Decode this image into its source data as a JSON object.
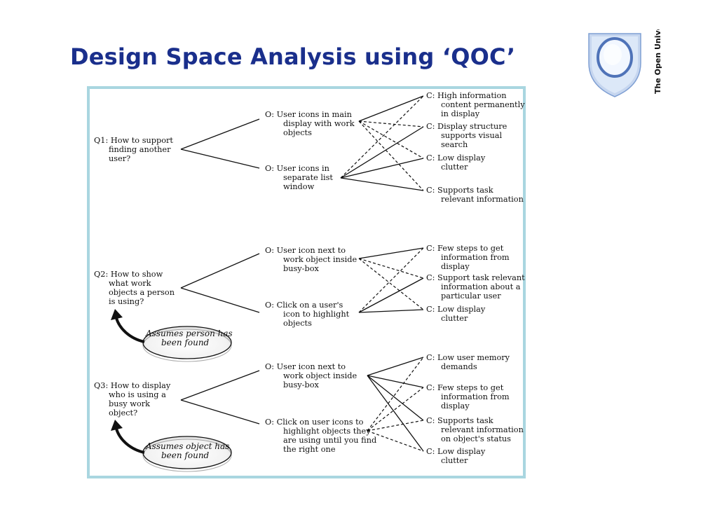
{
  "slide": {
    "title": "Design Space Analysis using ‘QOC’"
  },
  "logo": {
    "text": "The Open University"
  },
  "diagram": {
    "groups": [
      {
        "question": [
          "Q1: How to support",
          "finding another",
          "user?"
        ],
        "options": [
          [
            "O: User icons in main",
            "display with work",
            "objects"
          ],
          [
            "O: User icons in",
            "separate list",
            "window"
          ]
        ],
        "criteria": [
          [
            "C: High information",
            "content permanently",
            "in display"
          ],
          [
            "C: Display structure",
            "supports visual",
            "search"
          ],
          [
            "C: Low display",
            "clutter"
          ],
          [
            "C: Supports task",
            "relevant information"
          ]
        ]
      },
      {
        "question": [
          "Q2: How to show",
          "what work",
          "objects a person",
          "is using?"
        ],
        "options": [
          [
            "O: User icon next to",
            "work object inside",
            "busy-box"
          ],
          [
            "O: Click on a user's",
            "icon to highlight",
            "objects"
          ]
        ],
        "criteria": [
          [
            "C: Few steps to get",
            "information from",
            "display"
          ],
          [
            "C: Support task relevant",
            "information about a",
            "particular user"
          ],
          [
            "C: Low display",
            "clutter"
          ]
        ],
        "assumption": [
          "Assumes person has",
          "been found"
        ]
      },
      {
        "question": [
          "Q3: How to display",
          "who is using a",
          "busy work",
          "object?"
        ],
        "options": [
          [
            "O: User icon next to",
            "work object inside",
            "busy-box"
          ],
          [
            "O: Click on user icons to",
            "highlight objects they",
            "are using until you find",
            "the right one"
          ]
        ],
        "criteria": [
          [
            "C: Low user memory",
            "demands"
          ],
          [
            "C: Few steps to get",
            "information from",
            "display"
          ],
          [
            "C: Supports task",
            "relevant information",
            "on object's status"
          ],
          [
            "C: Low display",
            "clutter"
          ]
        ],
        "assumption": [
          "Assumes object has",
          "been found"
        ]
      }
    ]
  },
  "colors": {
    "title": "#1a2f8c",
    "frame_border": "#a9d6e0",
    "logo_fill": "#c6d6ef",
    "logo_stroke": "#5f82c3",
    "ink": "#111111"
  },
  "icons": {
    "logo": "open-university-shield-logo",
    "assumption_arrow": "curved-arrow-icon"
  }
}
